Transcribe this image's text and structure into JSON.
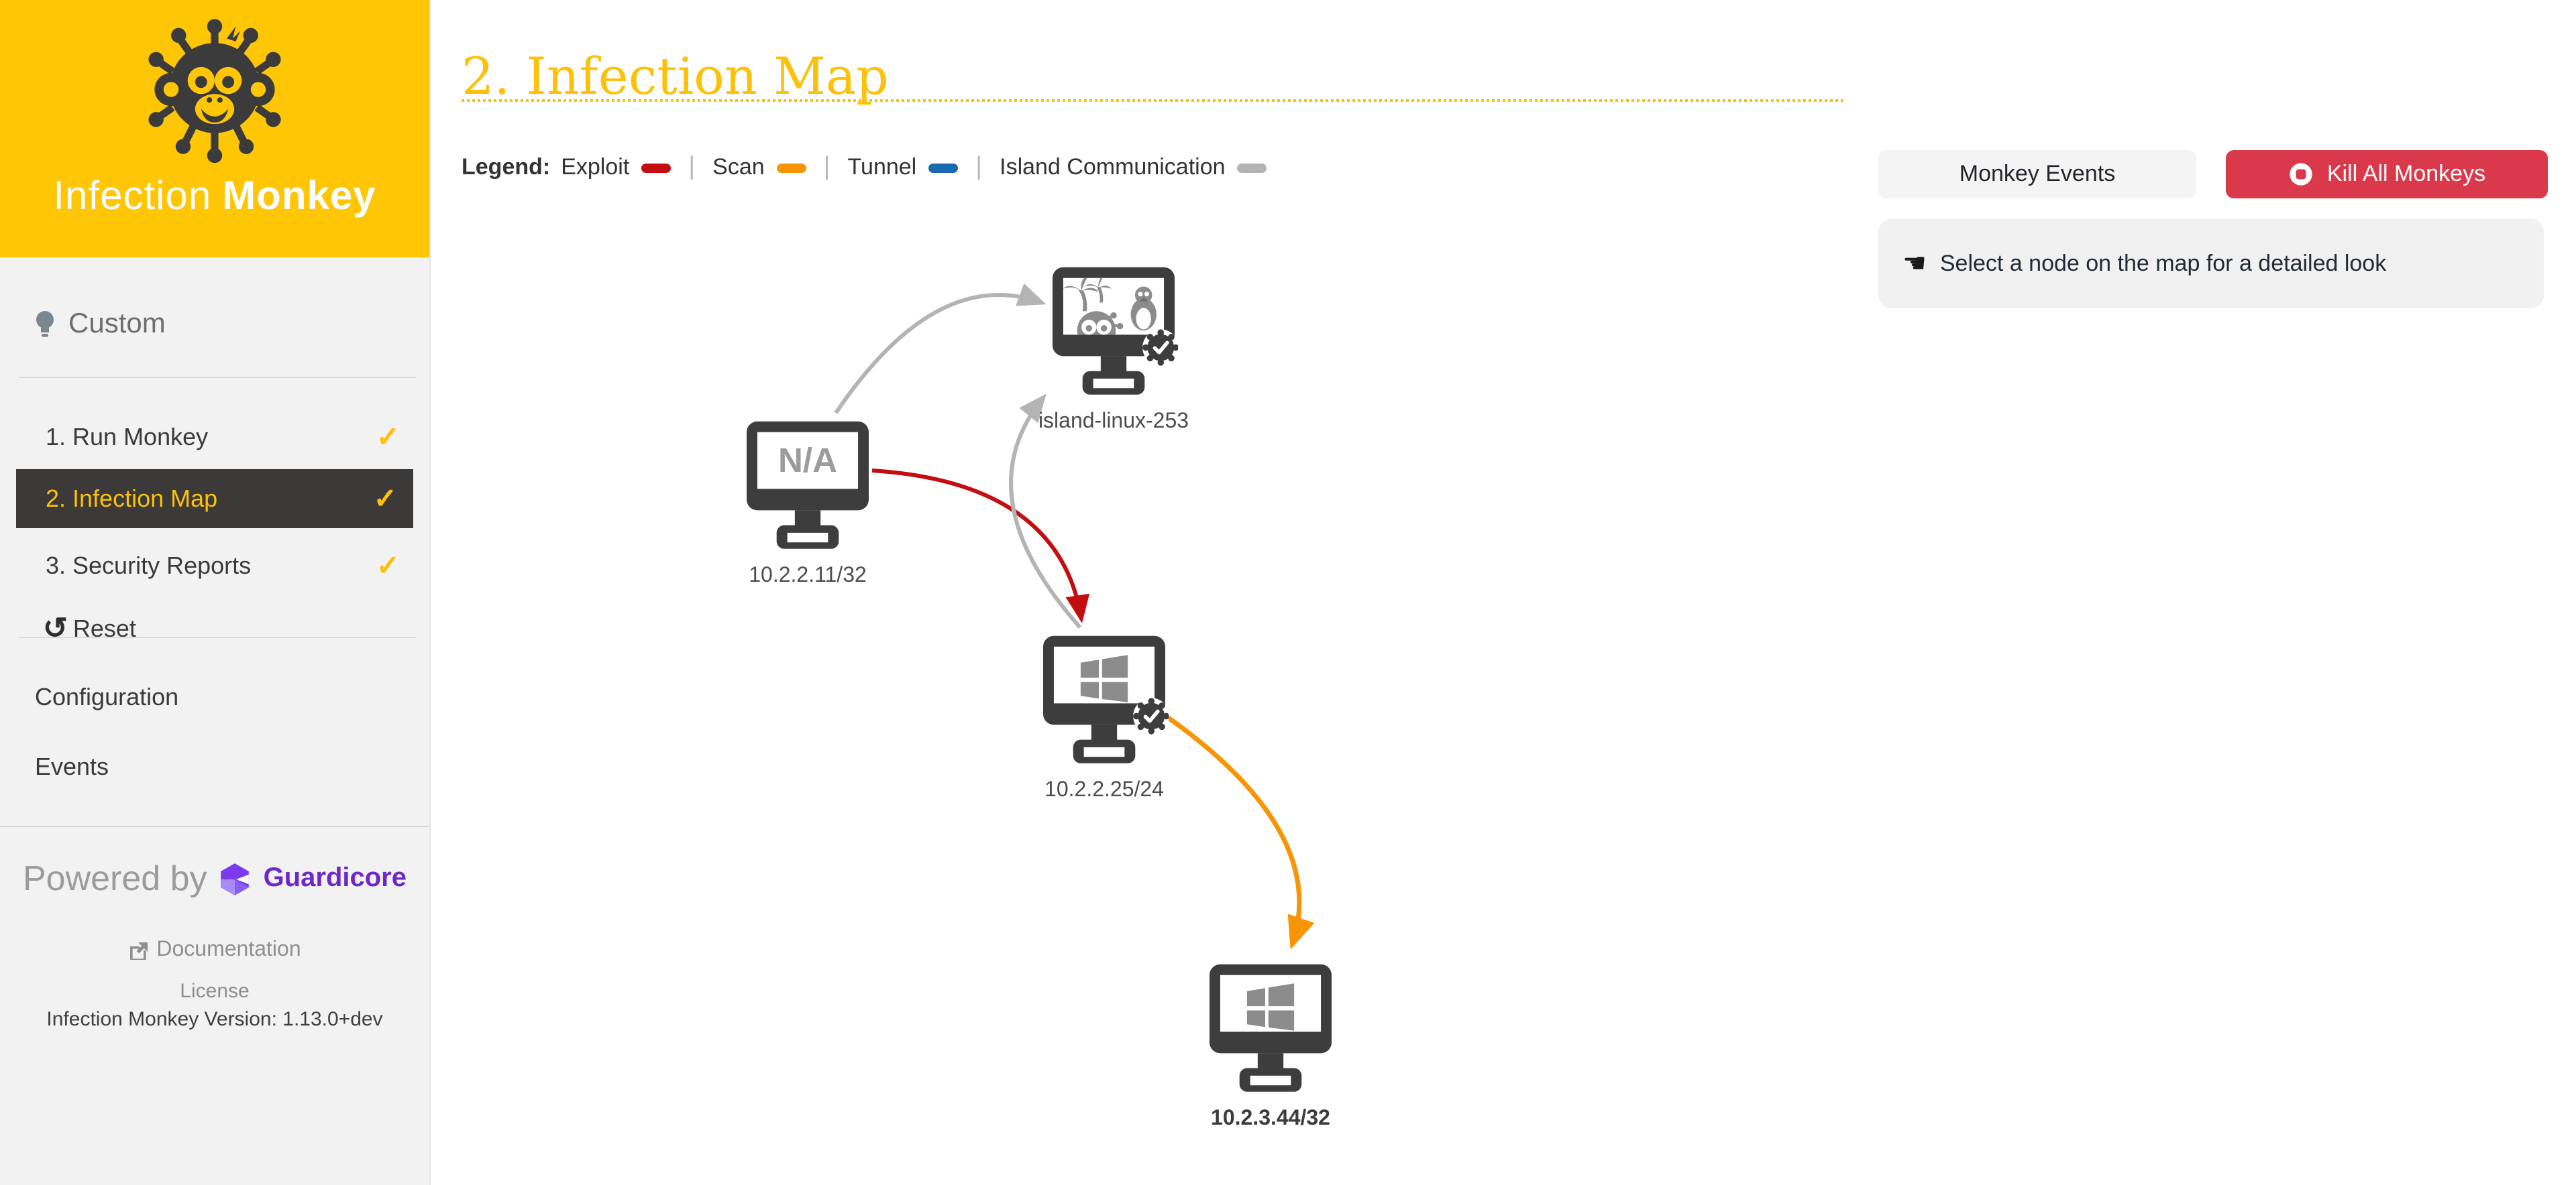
{
  "sidebar": {
    "brand": {
      "first": "Infection",
      "second": "Monkey"
    },
    "section_label": "Custom",
    "nav": [
      {
        "label": "1. Run Monkey",
        "completed": true,
        "selected": false
      },
      {
        "label": "2. Infection Map",
        "completed": true,
        "selected": true
      },
      {
        "label": "3. Security Reports",
        "completed": true,
        "selected": false
      }
    ],
    "check_glyph": "✓",
    "reset_glyph": "↺",
    "reset_label": "Reset",
    "config_label": "Configuration",
    "events_label": "Events",
    "powered_by": "Powered by",
    "partner": "Guardicore",
    "documentation_label": "Documentation",
    "license_label": "License",
    "version_text": "Infection Monkey Version: 1.13.0+dev"
  },
  "header": {
    "title": "2. Infection Map"
  },
  "legend": {
    "label": "Legend:",
    "items": [
      {
        "label": "Exploit",
        "color": "#c40d11"
      },
      {
        "label": "Scan",
        "color": "#f89406"
      },
      {
        "label": "Tunnel",
        "color": "#1a69b0"
      },
      {
        "label": "Island Communication",
        "color": "#b4b4b4"
      }
    ]
  },
  "actions": {
    "monkey_events": "Monkey Events",
    "kill_all": "Kill All Monkeys"
  },
  "details": {
    "pointer_glyph": "☚",
    "placeholder": "Select a node on the map for a detailed look"
  },
  "map": {
    "nodes": [
      {
        "label": "island-linux-253",
        "type": "island-linux",
        "infected_badge": true
      },
      {
        "label": "10.2.2.11/32",
        "type": "unknown",
        "screen_text": "N/A",
        "infected_badge": false
      },
      {
        "label": "10.2.2.25/24",
        "type": "windows",
        "infected_badge": true
      },
      {
        "label": "10.2.3.44/32",
        "type": "windows",
        "infected_badge": false,
        "highlighted": true
      }
    ],
    "edges": [
      {
        "from": "10.2.2.11/32",
        "to": "island-linux-253",
        "type": "island-communication",
        "color": "#b4b4b4"
      },
      {
        "from": "10.2.2.11/32",
        "to": "10.2.2.25/24",
        "type": "exploit",
        "color": "#c40d11"
      },
      {
        "from": "10.2.2.25/24",
        "to": "island-linux-253",
        "type": "island-communication",
        "color": "#b4b4b4"
      },
      {
        "from": "10.2.2.25/24",
        "to": "10.2.3.44/32",
        "type": "scan",
        "color": "#f89406"
      }
    ]
  },
  "colors": {
    "brand_yellow": "#ffc606",
    "title_gold": "#fcc108",
    "check_gold": "#fdc107",
    "selected_nav_bg": "#3b3a39",
    "kill_red": "#d9394a",
    "sidebar_bg": "#f2f2f2"
  }
}
